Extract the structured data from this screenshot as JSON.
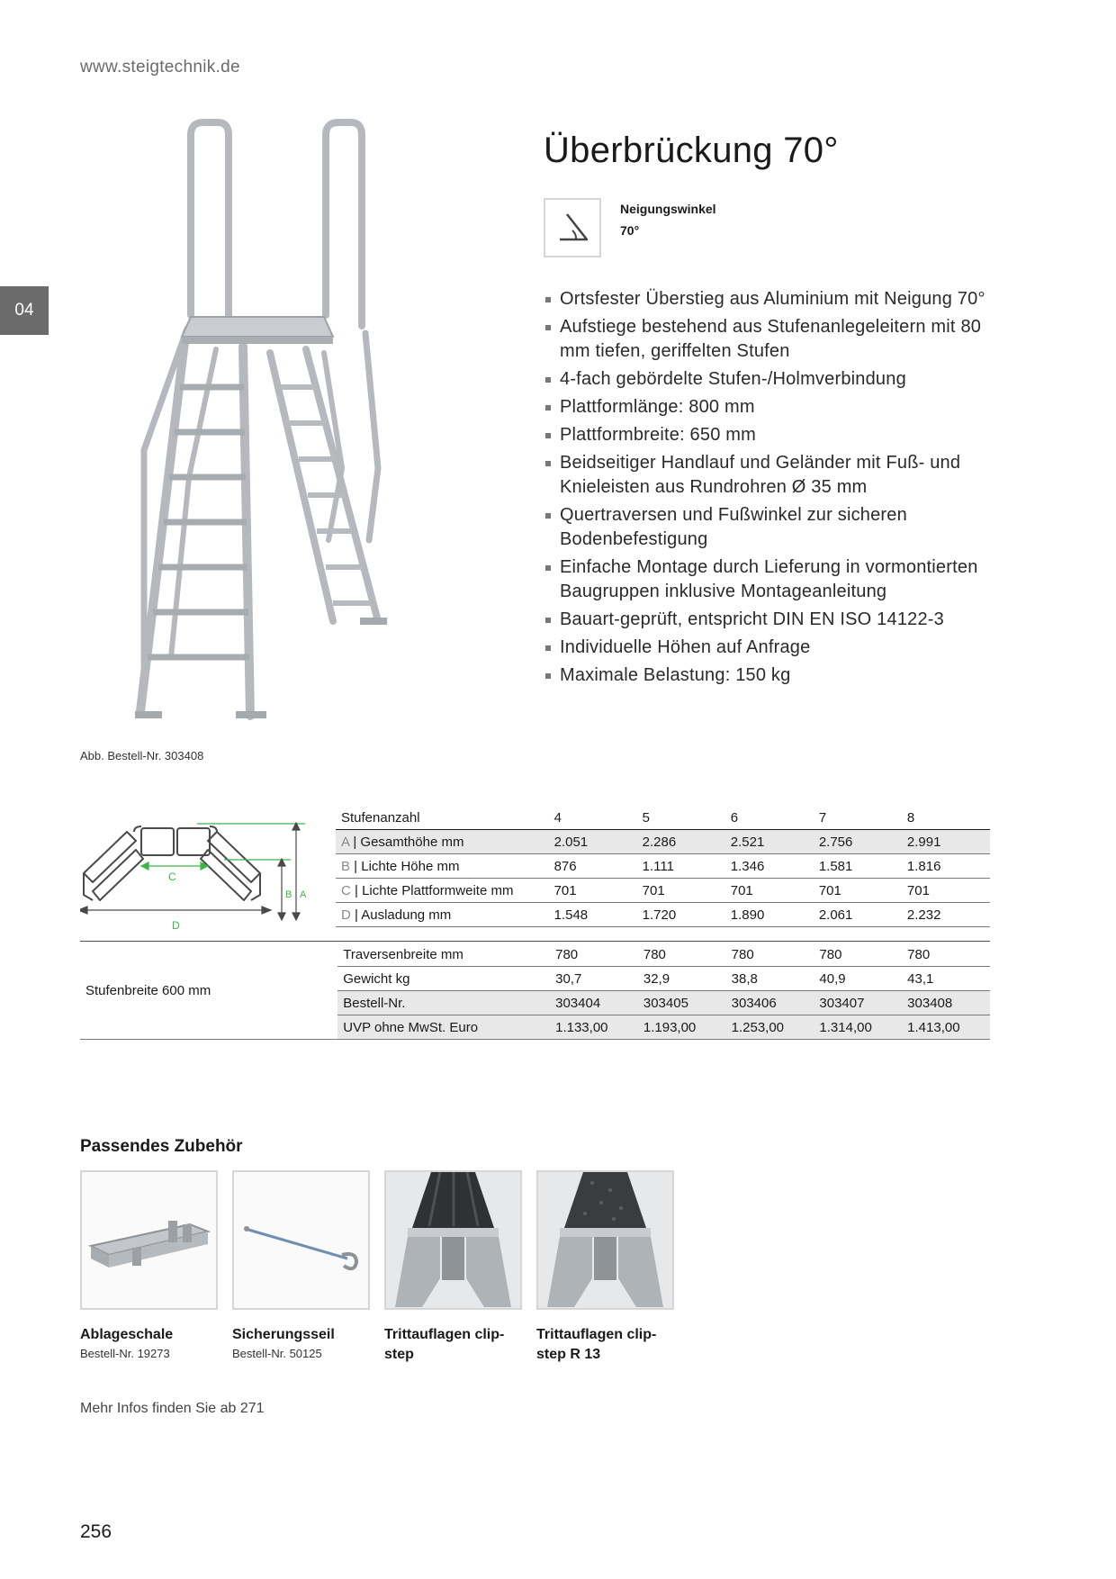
{
  "header": {
    "url": "www.steigtechnik.de"
  },
  "chapter_tab": "04",
  "product": {
    "title": "Überbrückung 70°",
    "angle_label": "Neigungswinkel",
    "angle_value": "70°",
    "features": [
      "Ortsfester Überstieg aus Aluminium mit Neigung 70°",
      "Aufstiege bestehend aus Stufenanlegeleitern mit 80 mm tiefen, geriffelten Stufen",
      "4-fach gebördelte Stufen-/Holmverbindung",
      "Plattformlänge: 800 mm",
      "Plattformbreite: 650 mm",
      "Beidseitiger Handlauf und Geländer mit Fuß- und Knieleisten aus Rundrohren Ø 35 mm",
      "Quertraversen und Fußwinkel zur sicheren Bodenbefestigung",
      "Einfache Montage durch Lieferung in vormontierten Baugruppen inklusive Montageanleitung",
      "Bauart-geprüft, entspricht DIN EN ISO 14122-3",
      "Individuelle Höhen auf Anfrage",
      "Maximale Belastung: 150 kg"
    ],
    "image_caption": "Abb. Bestell-Nr. 303408"
  },
  "diagram": {
    "label_a": "A",
    "label_b": "B",
    "label_c": "C",
    "label_d": "D"
  },
  "spec_table": {
    "header_label": "Stufenanzahl",
    "header_values": [
      "4",
      "5",
      "6",
      "7",
      "8"
    ],
    "rows": [
      {
        "key": "A",
        "label": " | Gesamthöhe mm",
        "values": [
          "2.051",
          "2.286",
          "2.521",
          "2.756",
          "2.991"
        ]
      },
      {
        "key": "B",
        "label": " | Lichte Höhe mm",
        "values": [
          "876",
          "1.111",
          "1.346",
          "1.581",
          "1.816"
        ]
      },
      {
        "key": "C",
        "label": " | Lichte Plattformweite mm",
        "values": [
          "701",
          "701",
          "701",
          "701",
          "701"
        ]
      },
      {
        "key": "D",
        "label": " | Ausladung mm",
        "values": [
          "1.548",
          "1.720",
          "1.890",
          "2.061",
          "2.232"
        ]
      }
    ]
  },
  "spec_table2": {
    "side_label": "Stufenbreite 600 mm",
    "rows": [
      {
        "label": "Traversenbreite mm",
        "values": [
          "780",
          "780",
          "780",
          "780",
          "780"
        ]
      },
      {
        "label": "Gewicht kg",
        "values": [
          "30,7",
          "32,9",
          "38,8",
          "40,9",
          "43,1"
        ]
      },
      {
        "label": "Bestell-Nr.",
        "values": [
          "303404",
          "303405",
          "303406",
          "303407",
          "303408"
        ]
      },
      {
        "label": "UVP ohne MwSt. Euro",
        "values": [
          "1.133,00",
          "1.193,00",
          "1.253,00",
          "1.314,00",
          "1.413,00"
        ]
      }
    ]
  },
  "accessories": {
    "title": "Passendes Zubehör",
    "items": [
      {
        "name": "Ablageschale",
        "nr": "Bestell-Nr. 19273"
      },
      {
        "name": "Sicherungsseil",
        "nr": "Bestell-Nr. 50125"
      },
      {
        "name": "Trittauflagen clip-step",
        "nr": ""
      },
      {
        "name": "Trittauflagen clip-step R 13",
        "nr": ""
      }
    ]
  },
  "footer": {
    "more_info": "Mehr Infos finden Sie ab  271",
    "page_number": "256"
  },
  "colors": {
    "tab_bg": "#6b6b6b",
    "shade_row": "#e8e8e8",
    "diagram_green": "#3cb44b"
  }
}
